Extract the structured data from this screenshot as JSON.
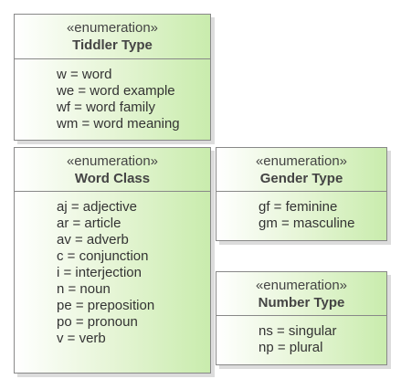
{
  "enumerations": [
    {
      "id": "box-tiddler",
      "stereotype": "«enumeration»",
      "name": "Tiddler Type",
      "literals": [
        "w = word",
        "we = word example",
        "wf = word family",
        "wm = word meaning"
      ]
    },
    {
      "id": "box-word",
      "stereotype": "«enumeration»",
      "name": "Word Class",
      "literals": [
        "aj = adjective",
        "ar = article",
        "av = adverb",
        "c = conjunction",
        "i = interjection",
        "n = noun",
        "pe = preposition",
        "po = pronoun",
        "v = verb"
      ]
    },
    {
      "id": "box-gender",
      "stereotype": "«enumeration»",
      "name": "Gender Type",
      "literals": [
        "gf = feminine",
        "gm = masculine"
      ]
    },
    {
      "id": "box-number",
      "stereotype": "«enumeration»",
      "name": "Number Type",
      "literals": [
        "ns = singular",
        "np = plural"
      ]
    }
  ]
}
